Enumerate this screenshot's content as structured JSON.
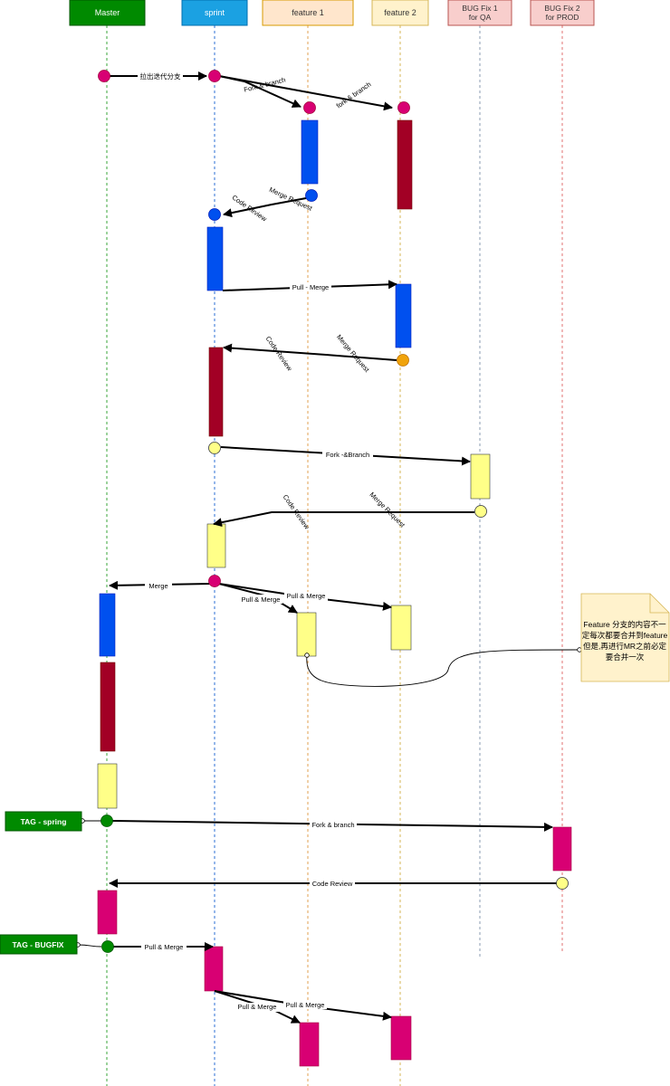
{
  "lanes": [
    {
      "id": "master",
      "label": "Master",
      "fill": "#008a00",
      "stroke": "#005700",
      "text": "#ffffff",
      "line": "#3aa63a"
    },
    {
      "id": "sprint",
      "label": "sprint",
      "fill": "#1ba1e2",
      "stroke": "#006eaf",
      "text": "#ffffff",
      "line": "#2b6fd6"
    },
    {
      "id": "feature1",
      "label": "feature 1",
      "fill": "#ffe6cc",
      "stroke": "#d79b00",
      "text": "#333333",
      "line": "#e0a050"
    },
    {
      "id": "feature2",
      "label": "feature 2",
      "fill": "#fff2cc",
      "stroke": "#d6b656",
      "text": "#333333",
      "line": "#d6b656"
    },
    {
      "id": "bugfix1",
      "label_lines": [
        "BUG Fix 1",
        "for QA"
      ],
      "fill": "#f8cecc",
      "stroke": "#b85450",
      "text": "#333333",
      "line": "#8a9bb0"
    },
    {
      "id": "bugfix2",
      "label_lines": [
        "BUG Fix 2",
        "for PROD"
      ],
      "fill": "#f8cecc",
      "stroke": "#b85450",
      "text": "#333333",
      "line": "#e07070"
    }
  ],
  "edge_labels": {
    "lachu": "拉出迭代分支",
    "fork_branch_1": "Fork & branch",
    "fork_branch_2": "fork & branch",
    "merge_request_1": "Merge Request",
    "code_review_1": "Code Review",
    "pull_merge_1": "Pull - Merge",
    "merge_request_2": "Merge Request",
    "code_review_2": "Code Review",
    "fork_amp_branch": "Fork -&Branch",
    "merge_request_3": "Merge Request",
    "code_review_3": "Code Review",
    "merge": "Merge",
    "pull_merge_2": "Pull & Merge",
    "pull_merge_3": "Pull & Merge",
    "fork_branch_3": "Fork & branch",
    "code_review_4": "Code Review",
    "pull_merge_4": "Pull & Merge",
    "pull_merge_5": "Pull & Merge",
    "pull_merge_6": "Pull & Merge"
  },
  "tags": {
    "spring": "TAG - spring",
    "bugfix": "TAG - BUGFIX"
  },
  "note": {
    "lines": [
      "Feature 分支的内容不一",
      "定每次都要合并到feature",
      "但是,再进行MR之前必定",
      "要合并一次"
    ]
  },
  "colors": {
    "magenta": "#d80073",
    "blue": "#0050ef",
    "darkred": "#a20025",
    "yellow": "#ffff88",
    "orange": "#f0a30a",
    "green": "#008a00"
  }
}
